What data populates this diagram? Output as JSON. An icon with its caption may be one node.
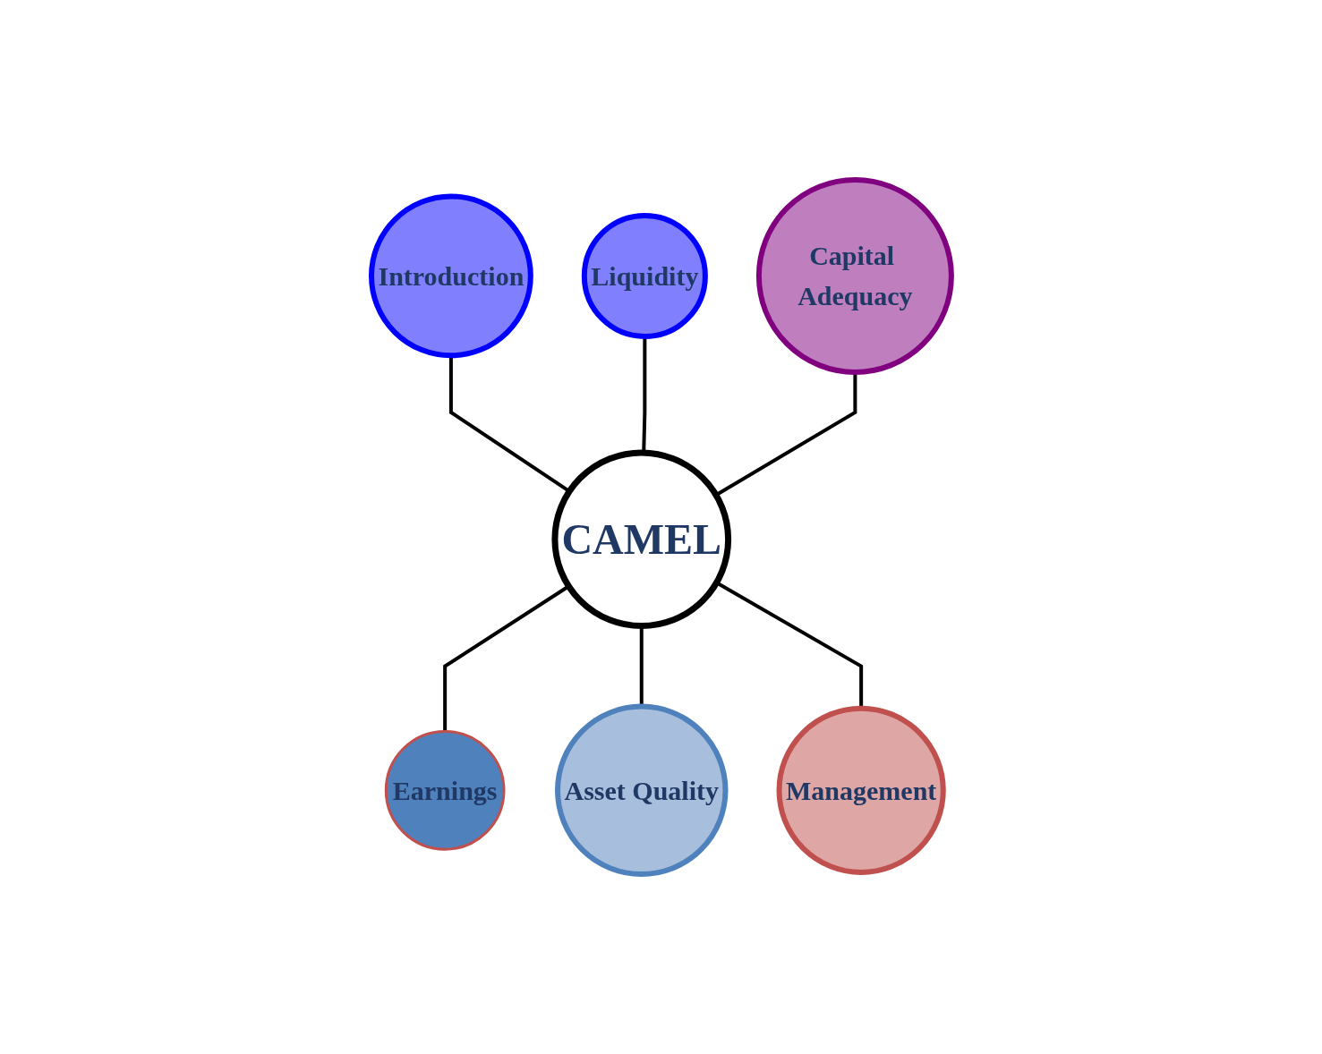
{
  "diagram": {
    "nodes": [
      {
        "text": [
          "Introduction"
        ]
      },
      {
        "text": [
          "Liquidity"
        ]
      },
      {
        "text": [
          "Capital Adequacy"
        ]
      },
      {
        "text": [
          "CAMEL"
        ]
      },
      {
        "text": [
          "Earnings"
        ]
      },
      {
        "text": [
          "Asset Quality"
        ]
      },
      {
        "text": [
          "Management"
        ]
      }
    ],
    "edges": [
      {
        "from": 0,
        "to": 3,
        "arrow": "none"
      },
      {
        "from": 1,
        "to": 3,
        "arrow": "none"
      },
      {
        "from": 2,
        "to": 3,
        "arrow": "none"
      },
      {
        "from": 3,
        "to": 4,
        "arrow": "none"
      },
      {
        "from": 3,
        "to": 5,
        "arrow": "none"
      },
      {
        "from": 3,
        "to": 6,
        "arrow": "none"
      }
    ]
  }
}
